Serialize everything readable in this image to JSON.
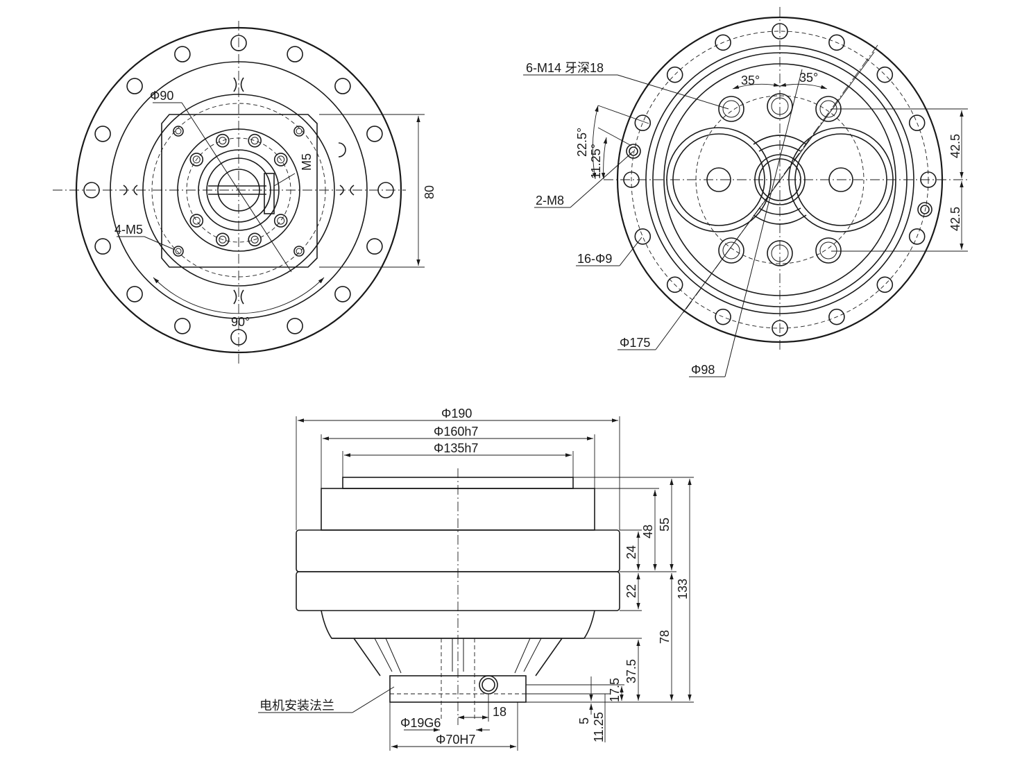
{
  "labels": {
    "front": {
      "phi90": "Φ90",
      "m5": "M5",
      "four_m5": "4-M5",
      "angle90": "90°",
      "dim80": "80"
    },
    "back": {
      "six_m14": "6-M14 牙深18",
      "angle35a": "35°",
      "angle35b": "35°",
      "angle22_5": "22.5°",
      "angle11_25": "11.25°",
      "two_m8": "2-M8",
      "sixteen_phi9": "16-Φ9",
      "phi175": "Φ175",
      "phi98": "Φ98",
      "dim42_5a": "42.5",
      "dim42_5b": "42.5"
    },
    "side": {
      "phi190": "Φ190",
      "phi160h7": "Φ160h7",
      "phi135h7": "Φ135h7",
      "dim55": "55",
      "dim48": "48",
      "dim24": "24",
      "dim22": "22",
      "dim133": "133",
      "dim78": "78",
      "dim37_5": "37.5",
      "dim17_5": "17.5",
      "dim5": "5",
      "dim11_25": "11.25",
      "dim18": "18",
      "phi19g6": "Φ19G6",
      "phi70h7": "Φ70H7",
      "motor_flange": "电机安装法兰"
    }
  }
}
